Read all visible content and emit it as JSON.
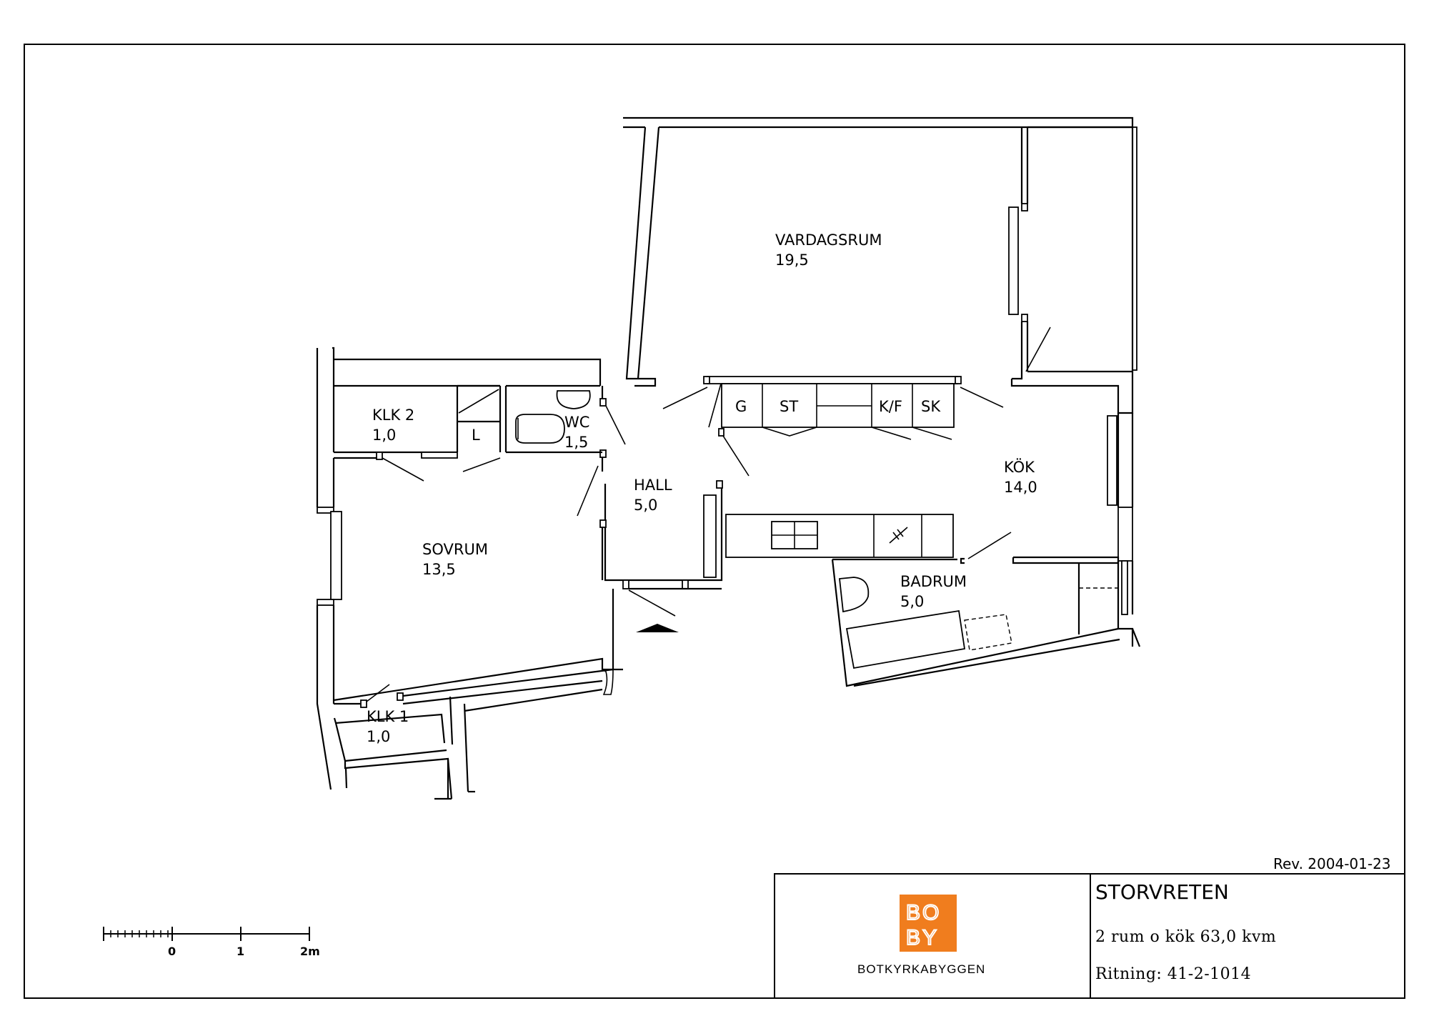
{
  "rooms": {
    "vardagsrum": {
      "name": "VARDAGSRUM",
      "area": "19,5"
    },
    "kok": {
      "name": "KÖK",
      "area": "14,0"
    },
    "sovrum": {
      "name": "SOVRUM",
      "area": "13,5"
    },
    "hall": {
      "name": "HALL",
      "area": "5,0"
    },
    "badrum": {
      "name": "BADRUM",
      "area": "5,0"
    },
    "wc": {
      "name": "WC",
      "area": "1,5"
    },
    "klk1": {
      "name": "KLK 1",
      "area": "1,0"
    },
    "klk2": {
      "name": "KLK 2",
      "area": "1,0"
    }
  },
  "fixtures": {
    "g": "G",
    "st": "ST",
    "kf": "K/F",
    "sk": "SK",
    "l": "L"
  },
  "scale": {
    "labels": [
      "0",
      "1",
      "2m"
    ]
  },
  "title_block": {
    "revision": "Rev. 2004-01-23",
    "project": "STORVRETEN",
    "description": "2 rum o kök 63,0 kvm",
    "drawing": "Ritning: 41-2-1014",
    "logo_letters_top": "BO",
    "logo_letters_bottom": "BY",
    "company": "BOTKYRKABYGGEN",
    "brand_color": "#F07D1E"
  }
}
